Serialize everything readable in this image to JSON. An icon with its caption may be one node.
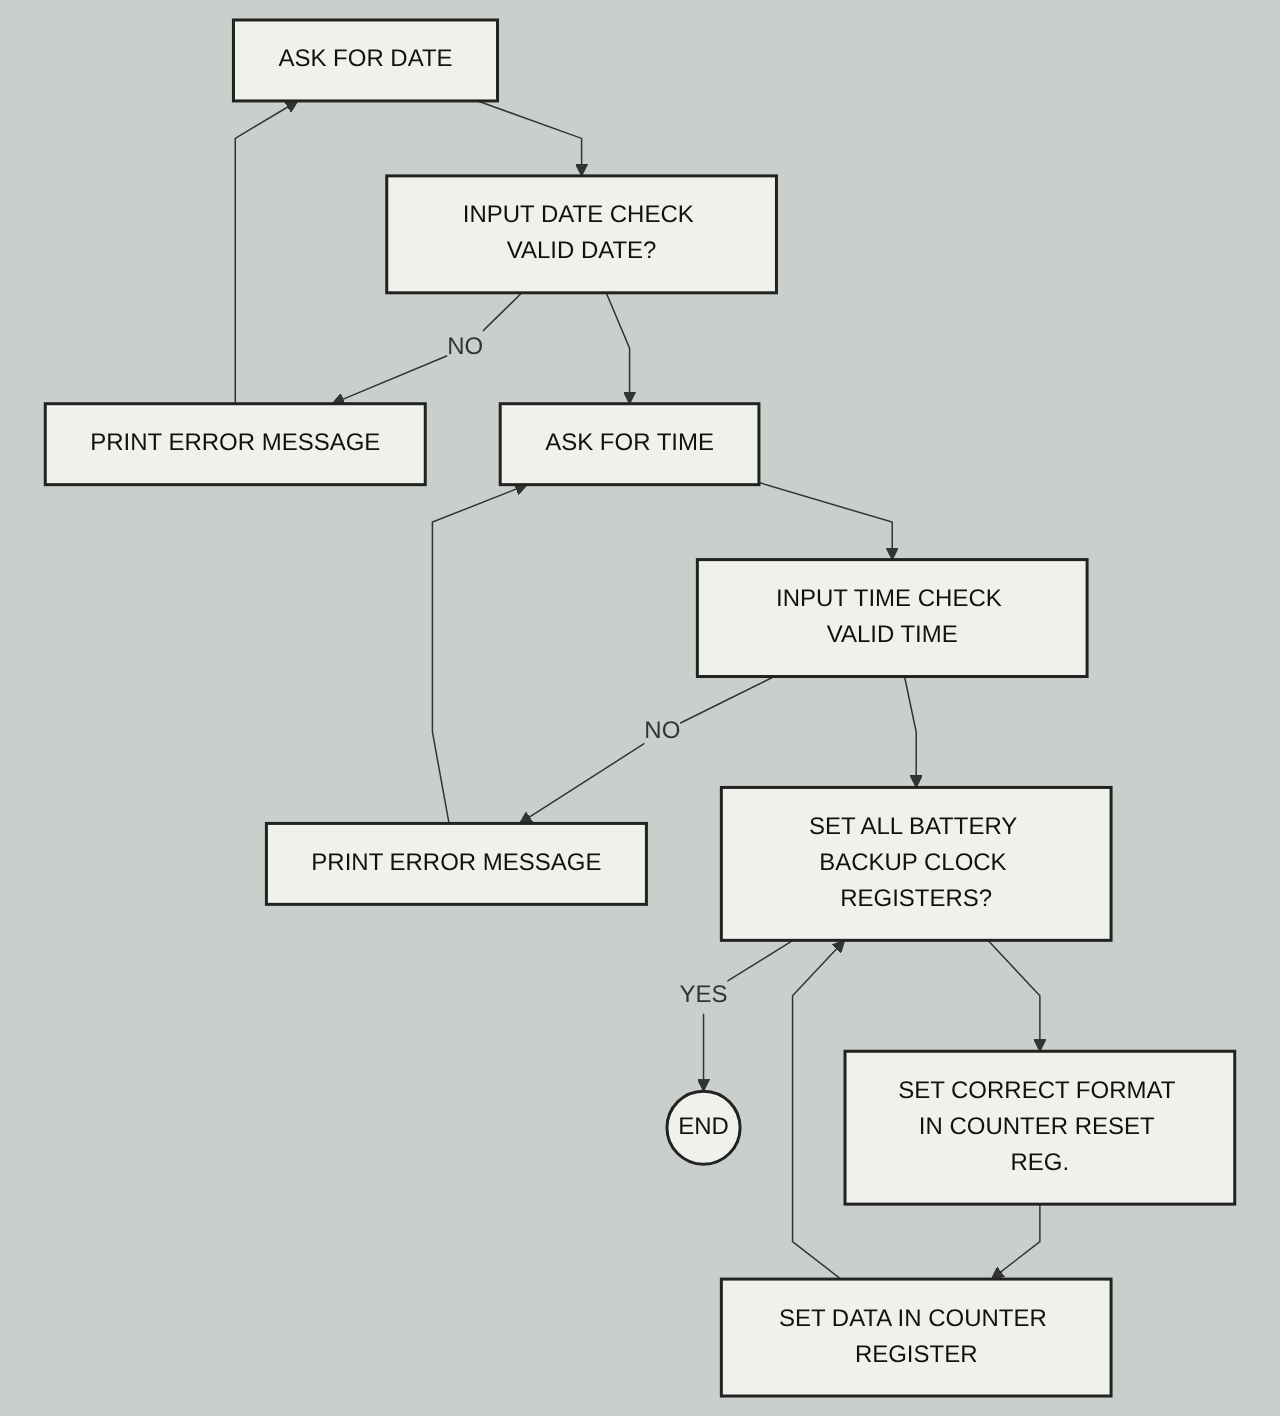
{
  "diagram": {
    "nodes": [
      {
        "text": [
          "ASK FOR DATE"
        ]
      },
      {
        "text": [
          "PRINT ERROR MESSAGE"
        ]
      },
      {
        "text": [
          "INPUT DATE CHECK VALID DATE?"
        ]
      },
      {
        "text": [
          "ASK FOR TIME"
        ]
      },
      {
        "text": [
          "PRINT ERROR MESSAGE"
        ]
      },
      {
        "text": [
          "INPUT TIME CHECK VALID TIME"
        ]
      },
      {
        "text": [
          "SET ALL BATTERY BACKUP CLOCK REGISTERS?"
        ]
      },
      {
        "text": [
          "END"
        ]
      },
      {
        "text": [
          "SET CORRECT FORMAT IN COUNTER RESET REG."
        ]
      },
      {
        "text": [
          "SET DATA IN COUNTER REGISTER"
        ]
      }
    ],
    "edges": [
      {
        "from": 0,
        "to": 2,
        "arrow": "to"
      },
      {
        "from": 2,
        "to": 1,
        "arrow": "to",
        "label": "NO"
      },
      {
        "from": 1,
        "to": 0,
        "arrow": "to"
      },
      {
        "from": 2,
        "to": 3,
        "arrow": "to"
      },
      {
        "from": 3,
        "to": 5,
        "arrow": "to"
      },
      {
        "from": 5,
        "to": 4,
        "arrow": "to",
        "label": "NO"
      },
      {
        "from": 4,
        "to": 3,
        "arrow": "to"
      },
      {
        "from": 5,
        "to": 6,
        "arrow": "to"
      },
      {
        "from": 6,
        "to": 7,
        "arrow": "to",
        "label": "YES"
      },
      {
        "from": 6,
        "to": 8,
        "arrow": "to"
      },
      {
        "from": 8,
        "to": 9,
        "arrow": "to"
      },
      {
        "from": 9,
        "to": 6,
        "arrow": "to"
      }
    ]
  }
}
